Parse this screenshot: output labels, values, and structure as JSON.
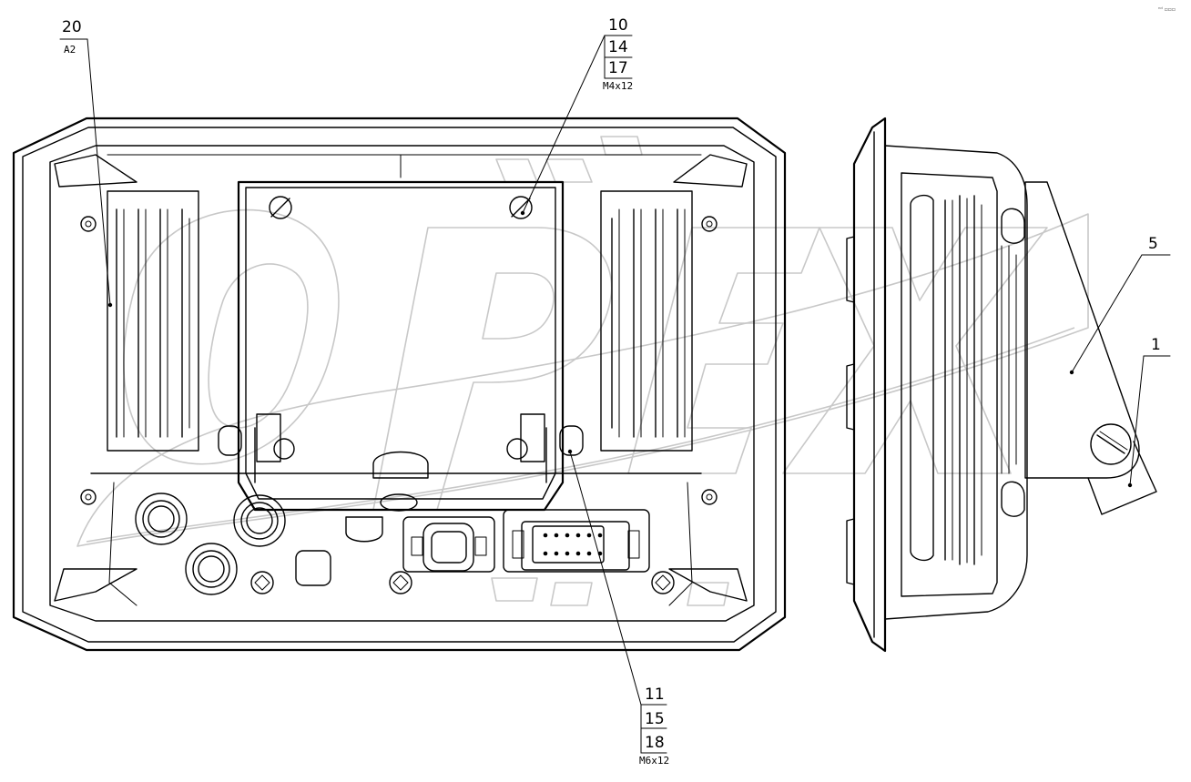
{
  "watermark": {
    "text": "OPEX"
  },
  "corner_mark": "ⁿᵈ ▫▫▫",
  "callouts": {
    "c20": {
      "top": "20",
      "bottom": "A2"
    },
    "c10": {
      "lines": [
        "10",
        "14",
        "17"
      ],
      "spec": "M4x12"
    },
    "c11": {
      "lines": [
        "11",
        "15",
        "18"
      ],
      "spec": "M6x12"
    },
    "c5": {
      "label": "5"
    },
    "c1": {
      "label": "1"
    }
  }
}
